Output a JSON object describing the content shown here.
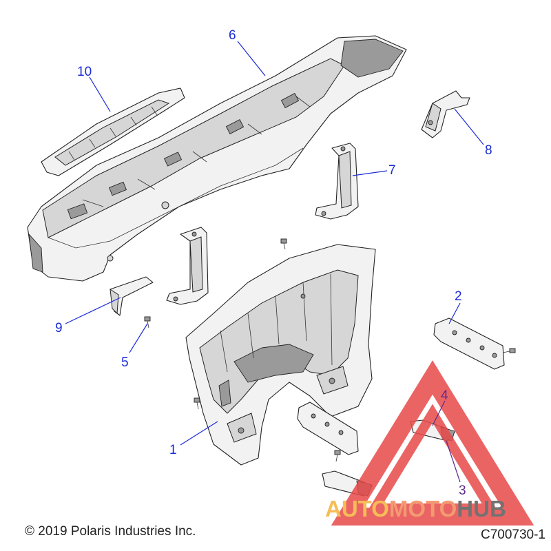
{
  "callouts": [
    {
      "label": "1"
    },
    {
      "label": "2"
    },
    {
      "label": "3"
    },
    {
      "label": "4"
    },
    {
      "label": "5"
    },
    {
      "label": "6"
    },
    {
      "label": "7"
    },
    {
      "label": "8"
    },
    {
      "label": "9"
    },
    {
      "label": "10"
    }
  ],
  "footer": {
    "copyright": "© 2019 Polaris Industries Inc.",
    "figure_id": "C700730-1"
  },
  "watermark": {
    "word_auto": "AUTO",
    "word_moto": "MOTO",
    "word_hub": "HUB",
    "colors": {
      "triangle": "#e84a4a",
      "auto": "#f5b23a",
      "moto": "#f08a5a",
      "hub": "#5a5a5a"
    }
  },
  "colors": {
    "callout": "#1a2bd6",
    "callout_alt": "#5a2a8a"
  }
}
